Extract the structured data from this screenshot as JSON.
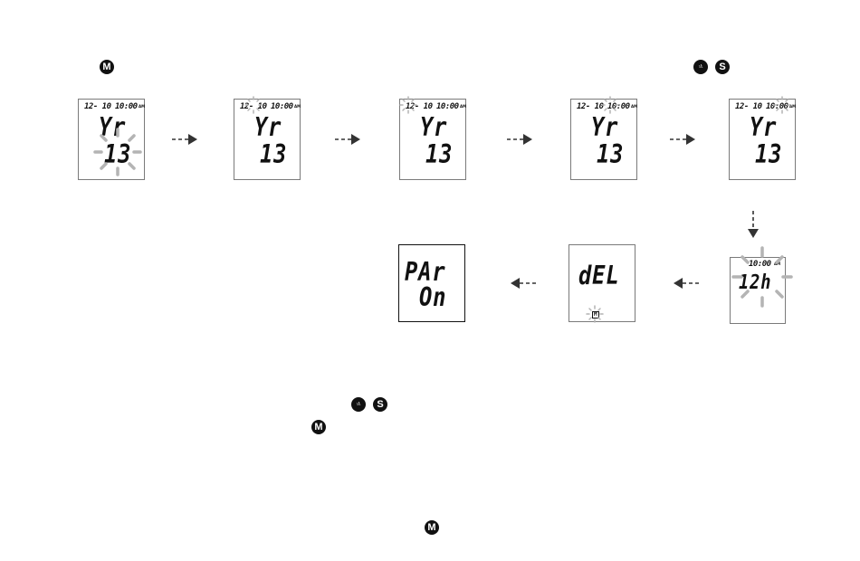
{
  "buttons": {
    "m": "M",
    "s": "S",
    "up": "↑/↓"
  },
  "screens": {
    "s1": {
      "date": "12- 10",
      "time": "10:00",
      "ampm": "AM",
      "line1": "Yr",
      "line2": "13"
    },
    "s2": {
      "date": "12- 10",
      "time": "10:00",
      "ampm": "AM",
      "line1": "Yr",
      "line2": "13"
    },
    "s3": {
      "date": "12- 10",
      "time": "10:00",
      "ampm": "AM",
      "line1": "Yr",
      "line2": "13"
    },
    "s4": {
      "date": "12- 10",
      "time": "10:00",
      "ampm": "AM",
      "line1": "Yr",
      "line2": "13"
    },
    "s5": {
      "date": "12- 10",
      "time": "10:00",
      "ampm": "AM",
      "line1": "Yr",
      "line2": "13"
    },
    "s6": {
      "time": "10:00",
      "ampm": "AM",
      "line1": "12h"
    },
    "s7": {
      "line1": "dEL",
      "indicator": "M"
    },
    "s8": {
      "line1": "PAr",
      "line2": "On"
    }
  },
  "colors": {
    "ink": "#111111",
    "flash": "#b4b4b4",
    "frame": "#7a7a7a"
  }
}
